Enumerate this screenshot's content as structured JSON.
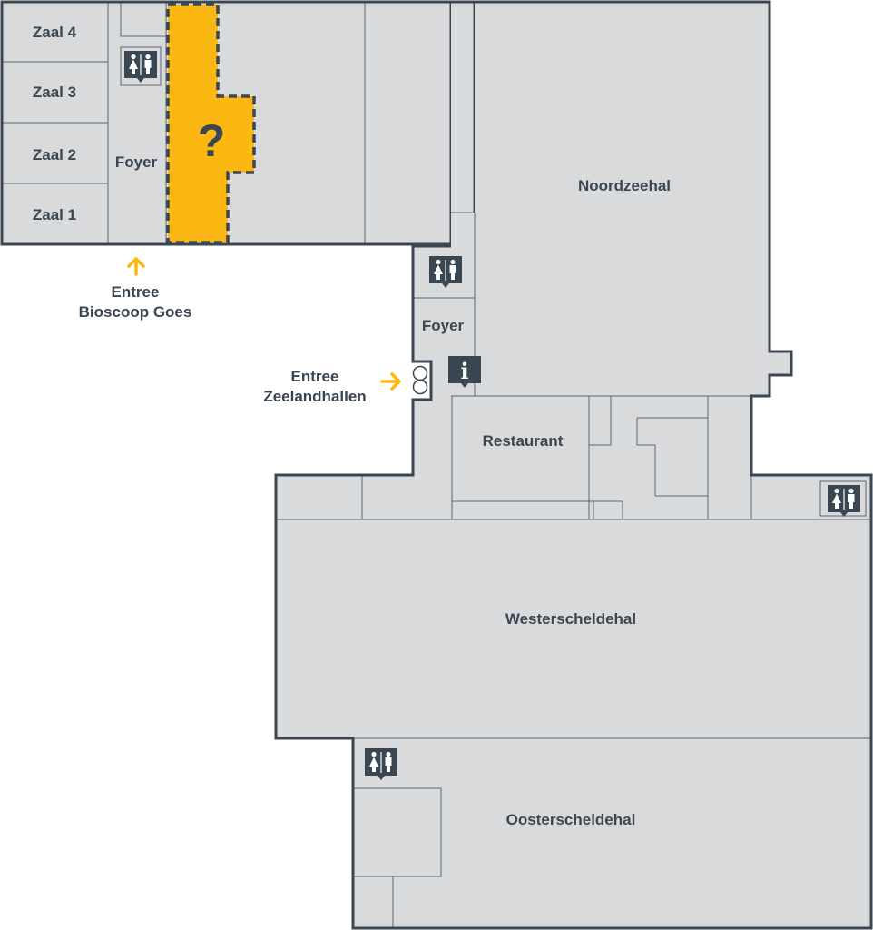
{
  "rooms": {
    "zaal4": "Zaal 4",
    "zaal3": "Zaal 3",
    "zaal2": "Zaal 2",
    "zaal1": "Zaal 1",
    "foyer_cinema": "Foyer",
    "noordzeehal": "Noordzeehal",
    "foyer_halls": "Foyer",
    "restaurant": "Restaurant",
    "westerscheldehal": "Westerscheldehal",
    "oosterscheldehal": "Oosterscheldehal"
  },
  "highlight": {
    "symbol": "?"
  },
  "entrances": {
    "cinema": {
      "line1": "Entree",
      "line2": "Bioscoop Goes"
    },
    "halls": {
      "line1": "Entree",
      "line2": "Zeelandhallen"
    }
  },
  "info": {
    "symbol": "i"
  },
  "colors": {
    "room_fill": "#d9dadc",
    "wall": "#3a4652",
    "highlight": "#fbb813",
    "arrow": "#fbb813"
  },
  "icons": [
    "toilet-icon",
    "info-icon",
    "arrow-icon",
    "question-mark-icon"
  ]
}
